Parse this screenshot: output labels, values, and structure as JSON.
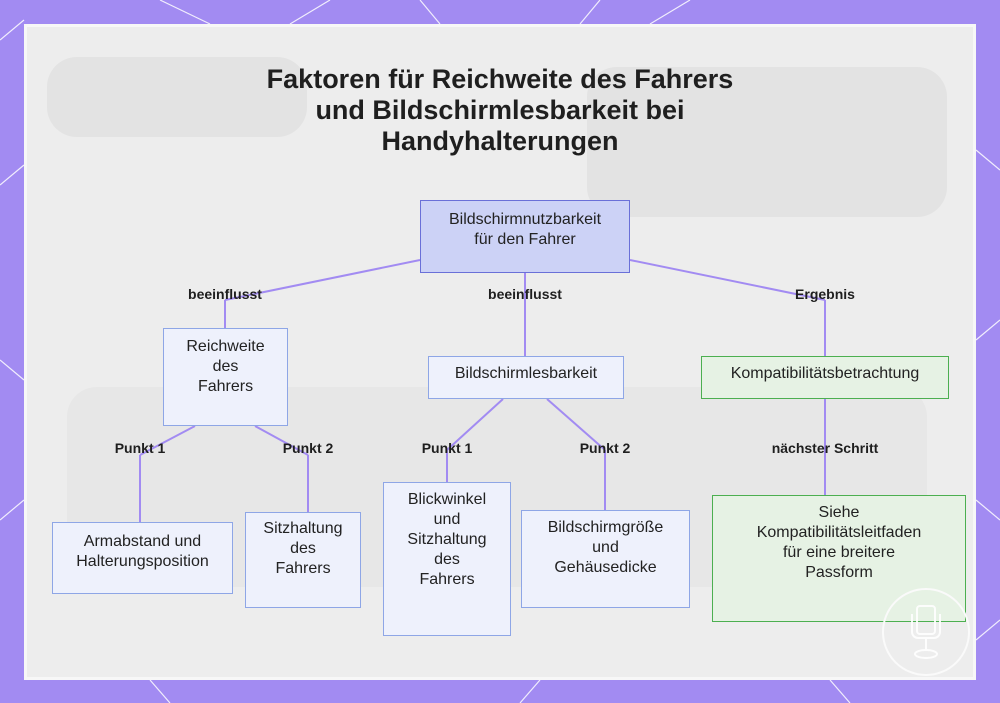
{
  "title": {
    "line1": "Faktoren für Reichweite des Fahrers",
    "line2": "und Bildschirmlesbarkeit bei",
    "line3": "Handyhalterungen"
  },
  "nodes": {
    "root": [
      "Bildschirmnutzbarkeit",
      "für den Fahrer"
    ],
    "reach": [
      "Reichweite",
      "des",
      "Fahrers"
    ],
    "readability": [
      "Bildschirmlesbarkeit"
    ],
    "compatibility": [
      "Kompatibilitätsbetrachtung"
    ],
    "arm": [
      "Armabstand und",
      "Halterungsposition"
    ],
    "posture": [
      "Sitzhaltung",
      "des",
      "Fahrers"
    ],
    "angle": [
      "Blickwinkel",
      "und",
      "Sitzhaltung",
      "des",
      "Fahrers"
    ],
    "size": [
      "Bildschirmgröße",
      "und",
      "Gehäusedicke"
    ],
    "guide": [
      "Siehe",
      "Kompatibilitätsleitfaden",
      "für eine breitere",
      "Passform"
    ]
  },
  "edges": {
    "root_reach": "beeinflusst",
    "root_readability": "beeinflusst",
    "root_compat": "Ergebnis",
    "reach_arm": "Punkt 1",
    "reach_posture": "Punkt 2",
    "read_angle": "Punkt 1",
    "read_size": "Punkt 2",
    "compat_guide": "nächster Schritt"
  },
  "colors": {
    "background": "#a28bf2",
    "edge": "#a28bf2",
    "root_fill": "#ccd2f6",
    "blue_border": "#8ea6e6",
    "green_border": "#4caf50"
  }
}
